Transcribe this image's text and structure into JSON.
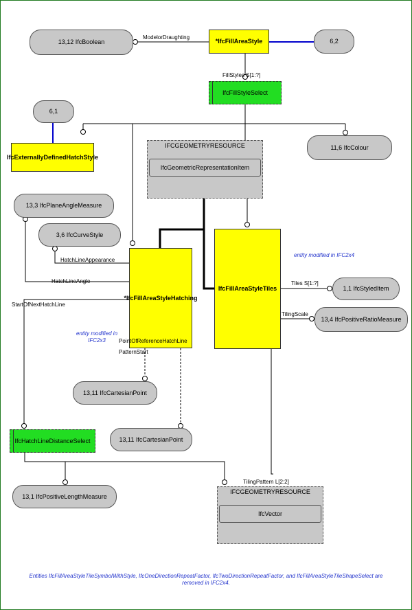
{
  "nodes": {
    "ifc_boolean": "13,12 IfcBoolean",
    "ifc_fill_area_style": "*IfcFillAreaStyle",
    "ref_62": "6,2",
    "ifc_fill_style_select": "IfcFillStyleSelect",
    "ref_61": "6,1",
    "ifc_externally_defined_hatch_style": "IfcExternallyDefinedHatchStyle",
    "geometry_resource_top_title": "IFCGEOMETRYRESOURCE",
    "ifc_geometric_representation_item": "IfcGeometricRepresentationItem",
    "ifc_colour": "11,6 IfcColour",
    "ifc_plane_angle_measure": "13,3 IfcPlaneAngleMeasure",
    "ifc_curve_style": "3,6 IfcCurveStyle",
    "ifc_fill_area_style_hatching": "*IfcFillAreaStyleHatching",
    "ifc_fill_area_style_tiles": "IfcFillAreaStyleTiles",
    "ifc_styled_item": "1,1 IfcStyledItem",
    "ifc_positive_ratio_measure": "13,4 IfcPositiveRatioMeasure",
    "ifc_cartesian_point_1": "13,11 IfcCartesianPoint",
    "ifc_cartesian_point_2": "13,11 IfcCartesianPoint",
    "ifc_hatch_line_distance_select": "IfcHatchLineDistanceSelect",
    "ifc_positive_length_measure": "13,1 IfcPositiveLengthMeasure",
    "geometry_resource_bottom_title": "IFCGEOMETRYRESOURCE",
    "ifc_vector": "IfcVector"
  },
  "labels": {
    "model_or_draughting": "ModelorDraughting",
    "fill_styles": "FillStyles S[1:?]",
    "hatch_line_appearance": "HatchLineAppearance",
    "hatch_line_angle": "HatchLineAngle",
    "start_of_next_hatch_line": "StartOfNextHatchLine",
    "point_of_reference_hatch_line": "PointOfReferenceHatchLine",
    "pattern_start": "PatternStart",
    "tiles": "Tiles S[1:?]",
    "tiling_scale": "TilingScale",
    "tiling_pattern": "TilingPattern L[2:2]"
  },
  "notes": {
    "modified_2x4": "entity modified in IFC2x4",
    "modified_2x3": "entity modified in IFC2x3",
    "footer": "Entities IfcFillAreaStyleTileSymbolWithStyle, IfcOneDirectionRepeatFactor, IfcTwoDirectionRepeatFactor, and IfcFillAreaStyleTileShapeSelect are removed in IFC2x4."
  },
  "colors": {
    "entity": "#ffff00",
    "select": "#22dd22",
    "reference": "#c8c8c8",
    "note": "#2233cc",
    "link": "#0000cc"
  }
}
